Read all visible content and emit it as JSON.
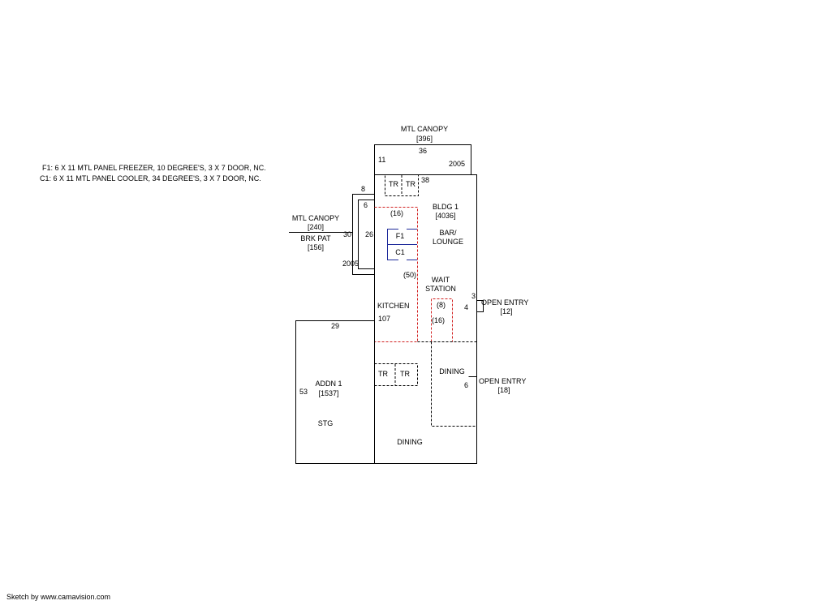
{
  "notes": [
    "F1: 6 X 11 MTL PANEL FREEZER, 10 DEGREE'S, 3 X 7 DOOR, NC.",
    "C1: 6 X 11 MTL PANEL COOLER, 34 DEGREE'S, 3 X 7 DOOR, NC."
  ],
  "top_canopy": {
    "name": "MTL CANOPY",
    "area": "[396]",
    "width_dim": "36",
    "depth_dim": "11",
    "year": "2005"
  },
  "side_canopy": {
    "name": "MTL CANOPY",
    "area": "[240]",
    "patio_name": "BRK PAT",
    "patio_area": "[156]",
    "top_dim": "8",
    "inner_dim": "6",
    "outer_dim": "30",
    "depth_dim": "26",
    "year": "2005"
  },
  "building": {
    "name": "BLDG 1",
    "area": "[4036]",
    "top_dim": "38",
    "kitchen_dim": "107",
    "rooms": {
      "bar": "BAR/\nLOUNGE",
      "wait": "WAIT\nSTATION",
      "kitchen": "KITCHEN",
      "dining_right": "DINING",
      "dining_bottom": "DINING",
      "tr": "TR",
      "f1": "F1",
      "c1": "C1"
    },
    "dims": {
      "d16a": "(16)",
      "d50": "(50)",
      "d8": "(8)",
      "d16b": "(16)"
    }
  },
  "entry1": {
    "name": "OPEN ENTRY",
    "area": "[12]",
    "dim_top": "3",
    "dim_side": "4"
  },
  "entry2": {
    "name": "OPEN ENTRY",
    "area": "[18]",
    "dim_side": "6"
  },
  "addition": {
    "name": "ADDN 1",
    "area": "[1537]",
    "use": "STG",
    "top_dim": "29",
    "side_dim": "53"
  },
  "footer": "Sketch by www.camavision.com"
}
